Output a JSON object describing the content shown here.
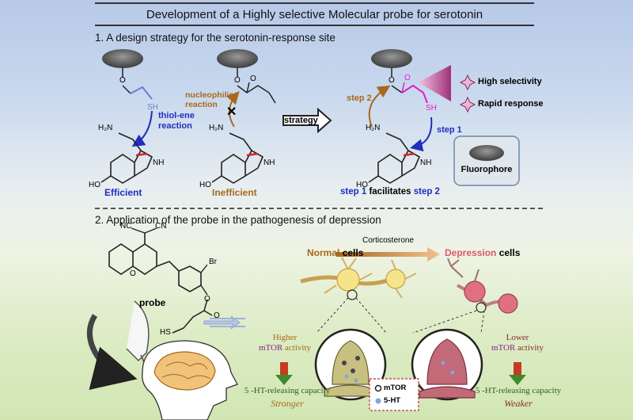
{
  "title": "Development of a Highly selective Molecular probe for serotonin",
  "section1": {
    "heading": "1. A design strategy for the serotonin-response site",
    "panel_a": {
      "sh": "SH",
      "reaction_line1": "thiol-ene",
      "reaction_line2": "reaction",
      "amine": "H₂N",
      "nh": "NH",
      "ho": "HO",
      "o": "O",
      "caption": "Efficient"
    },
    "panel_b": {
      "reaction_line1": "nucleophilic",
      "reaction_line2": "reaction",
      "amine": "H₂N",
      "nh": "NH",
      "ho": "HO",
      "o": "O",
      "carbonyl_o": "O",
      "caption": "Inefficient"
    },
    "strategy_label": "strategy",
    "panel_c": {
      "step2": "step 2",
      "step1": "step 1",
      "sh": "SH",
      "amine": "H₂N",
      "nh": "NH",
      "ho": "HO",
      "o": "O",
      "carbonyl_o": "O",
      "caption_step1": "step 1",
      "caption_mid": "facilitates",
      "caption_step2": "step 2"
    },
    "features": [
      "High selectivity",
      "Rapid response"
    ],
    "legend": {
      "label": "Fluorophore"
    }
  },
  "section2": {
    "heading": "2. Application of the probe in the pathogenesis of depression",
    "probe": {
      "label": "probe",
      "nc1": "NC",
      "cn": "CN",
      "br": "Br",
      "o_ring": "O",
      "o_ester": "O",
      "o_carbonyl": "O",
      "sh": "HS"
    },
    "treatment": "Corticosterone",
    "normal": {
      "word": "Normal",
      "suffix": "cells"
    },
    "depression": {
      "word": "Depression",
      "suffix": "cells"
    },
    "left_readout": {
      "line1": "Higher",
      "line2_a": "mTOR",
      "line2_b": "activity",
      "capacity": "5 -HT-releasing capacity",
      "verdict": "Stronger"
    },
    "right_readout": {
      "line1": "Lower",
      "line2_a": "mTOR",
      "line2_b": "activity",
      "capacity": "5 -HT-releasing capacity",
      "verdict": "Weaker"
    },
    "key": [
      {
        "label": "mTOR"
      },
      {
        "label": "5-HT"
      }
    ]
  },
  "colors": {
    "blue": "#1f2fbf",
    "brown": "#a8691c",
    "magenta": "#e020c8",
    "red": "#d92020",
    "purple": "#8b1f8b",
    "dark_green": "#2e5e1e",
    "maroon": "#8a2a2a"
  }
}
